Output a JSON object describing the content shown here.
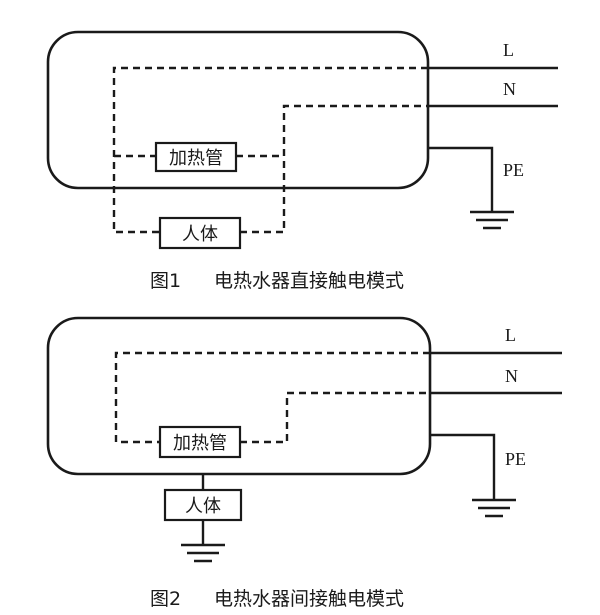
{
  "figure1": {
    "terminals": {
      "live": "L",
      "neutral": "N",
      "earth": "PE"
    },
    "heater_label": "加热管",
    "body_label": "人体",
    "caption_number": "图1",
    "caption_text": "电热水器直接触电模式"
  },
  "figure2": {
    "terminals": {
      "live": "L",
      "neutral": "N",
      "earth": "PE"
    },
    "heater_label": "加热管",
    "body_label": "人体",
    "caption_number": "图2",
    "caption_text": "电热水器间接触电模式"
  }
}
